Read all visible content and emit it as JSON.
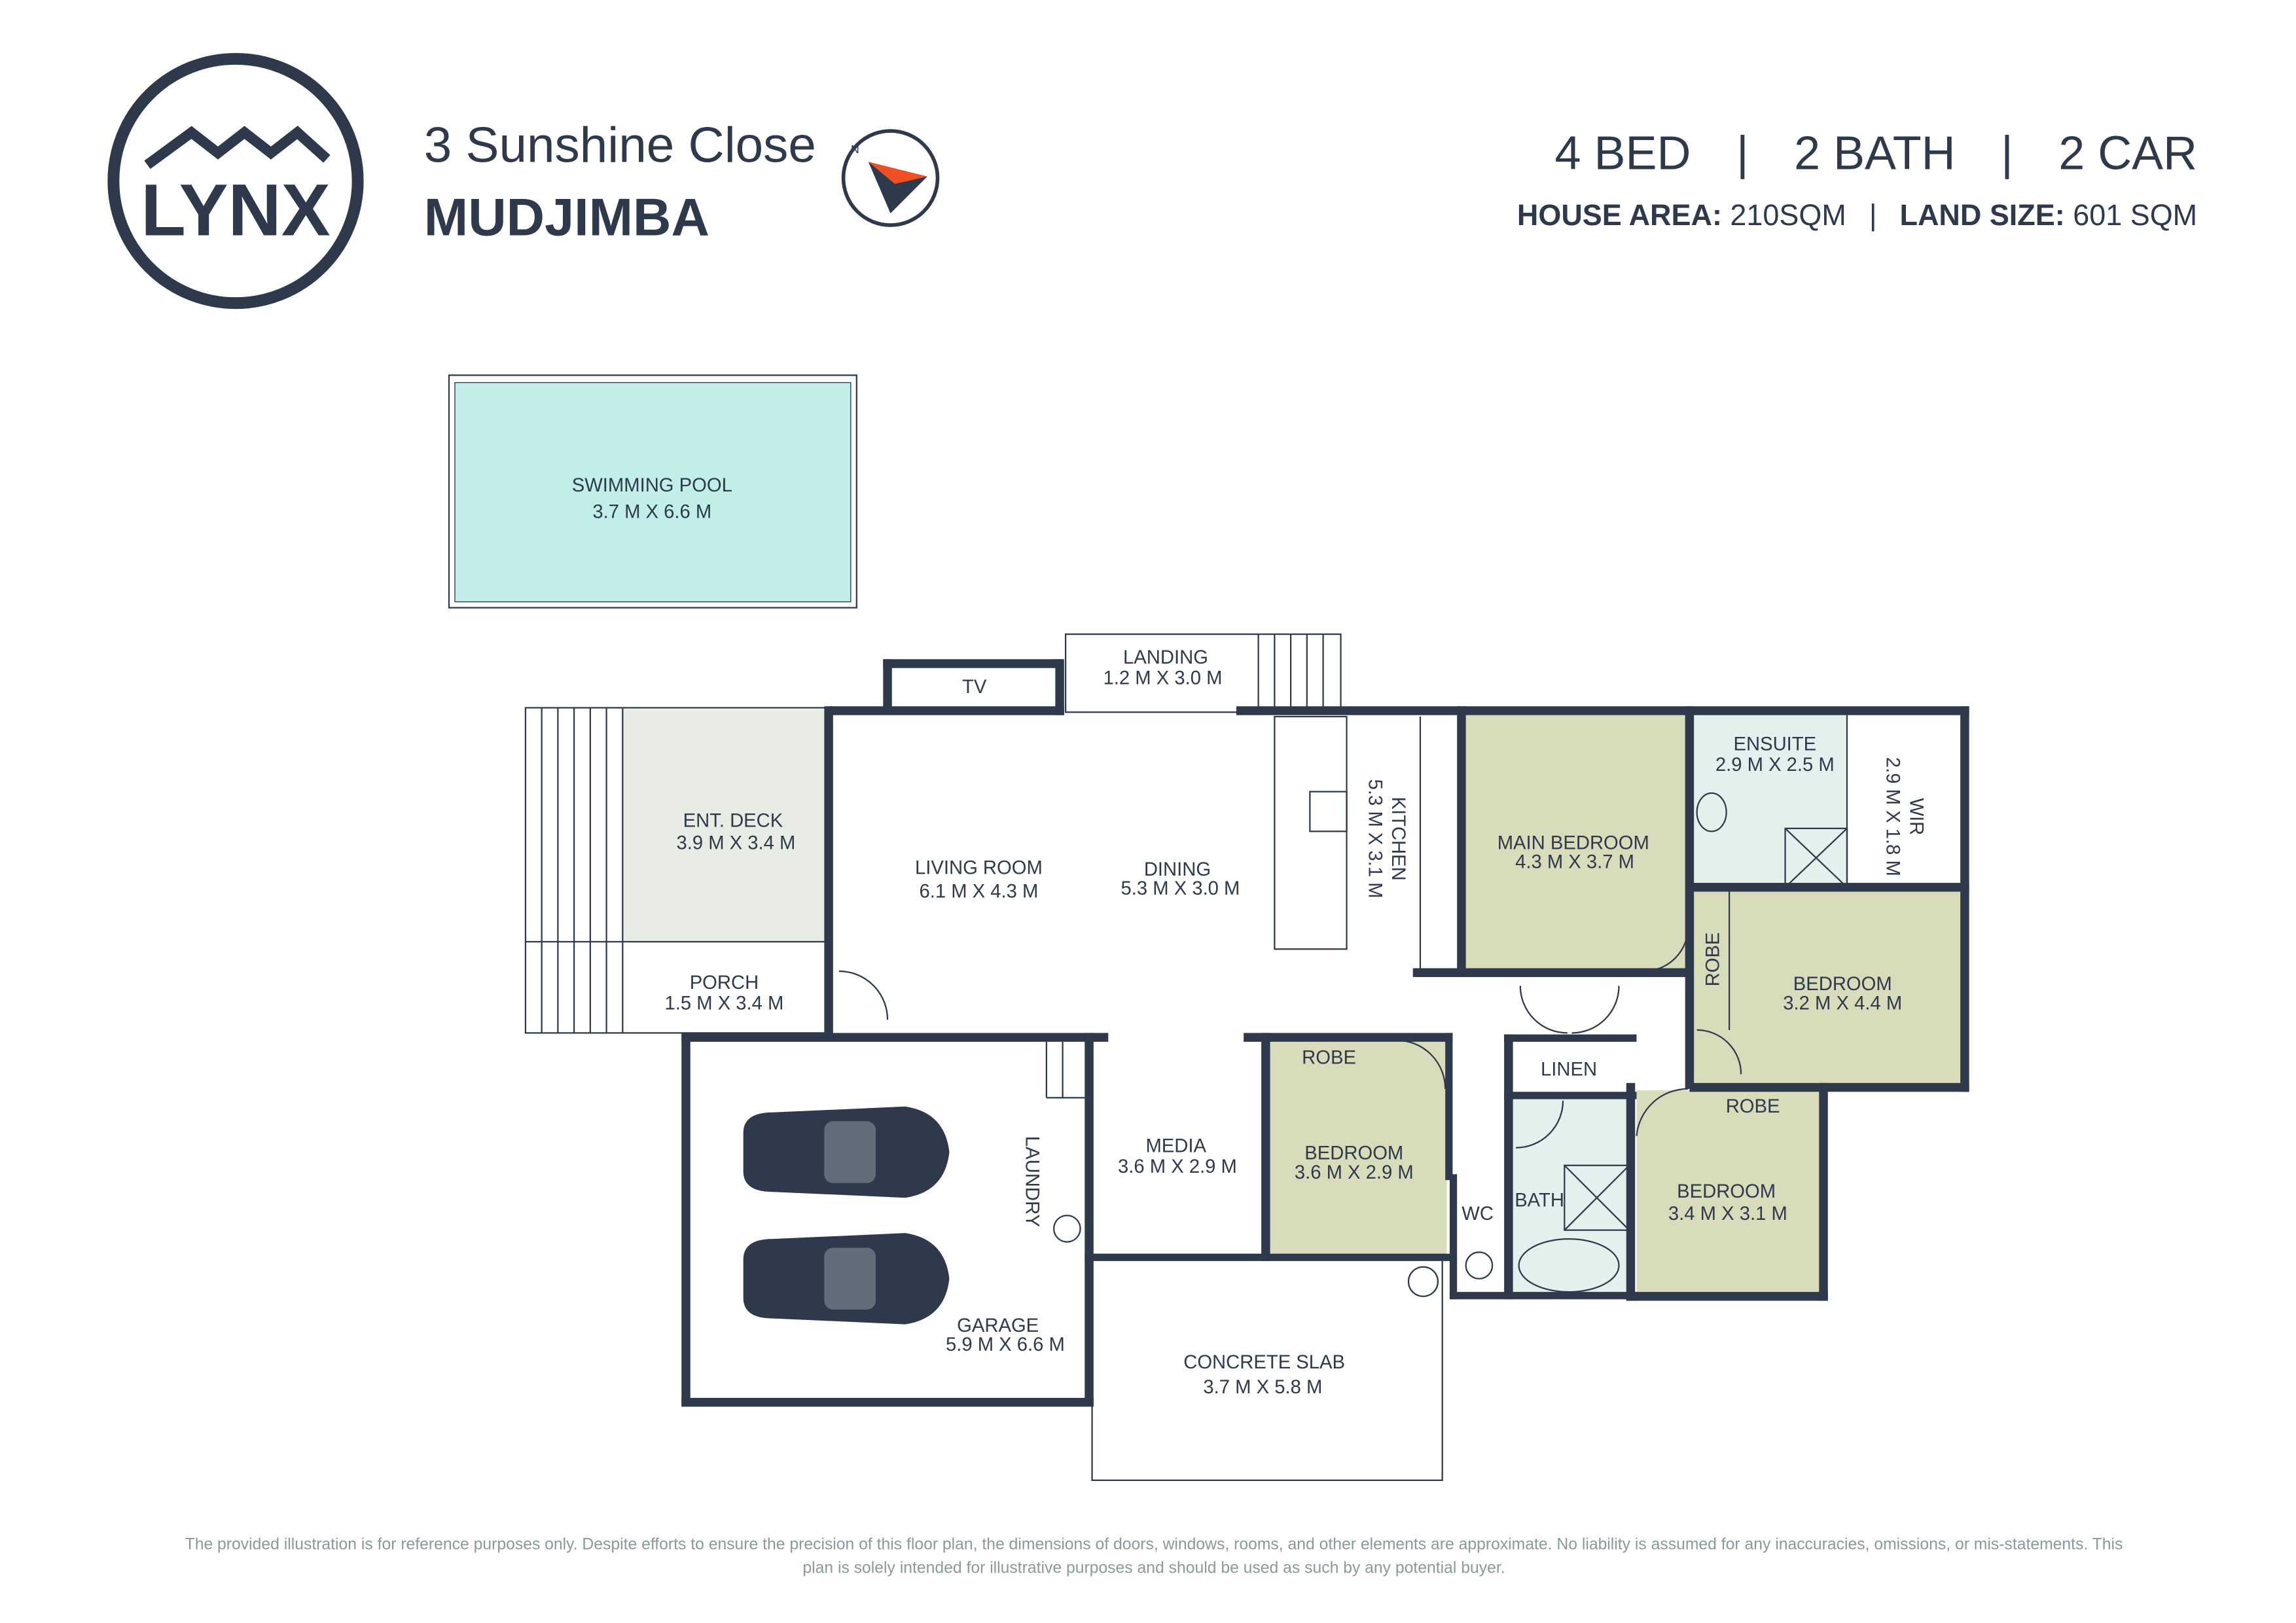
{
  "brand": {
    "logo_text": "LYNX"
  },
  "address": {
    "street": "3 Sunshine Close",
    "suburb": "MUDJIMBA"
  },
  "compass": {
    "label": "N"
  },
  "summary": {
    "beds": "4 BED",
    "baths": "2 BATH",
    "cars": "2 CAR",
    "separator": "|",
    "house_area_label": "HOUSE AREA:",
    "house_area_value": "210SQM",
    "land_size_label": "LAND SIZE:",
    "land_size_value": "601 SQM"
  },
  "rooms": {
    "pool": {
      "name": "SWIMMING POOL",
      "size": "3.7 M X 6.6 M"
    },
    "landing": {
      "name": "LANDING",
      "size": "1.2 M X 3.0 M"
    },
    "tv": {
      "name": "TV"
    },
    "deck": {
      "name": "ENT. DECK",
      "size": "3.9 M X 3.4 M"
    },
    "living": {
      "name": "LIVING ROOM",
      "size": "6.1 M X 4.3 M"
    },
    "dining": {
      "name": "DINING",
      "size": "5.3 M X 3.0 M"
    },
    "kitchen": {
      "name": "KITCHEN",
      "size": "5.3 M X 3.1 M"
    },
    "main_bedroom": {
      "name": "MAIN BEDROOM",
      "size": "4.3 M X 3.7 M"
    },
    "ensuite": {
      "name": "ENSUITE",
      "size": "2.9 M X 2.5 M"
    },
    "wir": {
      "name": "WIR",
      "size": "2.9 M X 1.8 M"
    },
    "porch": {
      "name": "PORCH",
      "size": "1.5 M X 3.4 M"
    },
    "bedroom2": {
      "name": "BEDROOM",
      "size": "3.2 M X 4.4 M",
      "robe": "ROBE"
    },
    "linen": {
      "name": "LINEN"
    },
    "media": {
      "name": "MEDIA",
      "size": "3.6 M X 2.9 M"
    },
    "bedroom3": {
      "name": "BEDROOM",
      "size": "3.6 M X 2.9 M",
      "robe": "ROBE"
    },
    "bedroom4": {
      "name": "BEDROOM",
      "size": "3.4 M X 3.1 M",
      "robe": "ROBE"
    },
    "laundry": {
      "name": "LAUNDRY"
    },
    "wc": {
      "name": "WC"
    },
    "bath": {
      "name": "BATH"
    },
    "garage": {
      "name": "GARAGE",
      "size": "5.9 M X 6.6 M"
    },
    "slab": {
      "name": "CONCRETE SLAB",
      "size": "3.7 M X 5.8 M"
    }
  },
  "disclaimer": {
    "line1": "The provided illustration is for reference purposes only. Despite efforts to ensure the precision of this floor plan, the dimensions of doors, windows, rooms, and other elements are approximate. No liability is assumed for any inaccuracies, omissions, or mis-statements. This",
    "line2": "plan is solely intended for illustrative purposes and should be used as such by any potential buyer."
  },
  "colors": {
    "navy": "#2e3a4b",
    "pool": "#c2eeea",
    "bedroom": "#d8dcbb",
    "wet": "#e3f0ee",
    "accent": "#f04e23"
  }
}
